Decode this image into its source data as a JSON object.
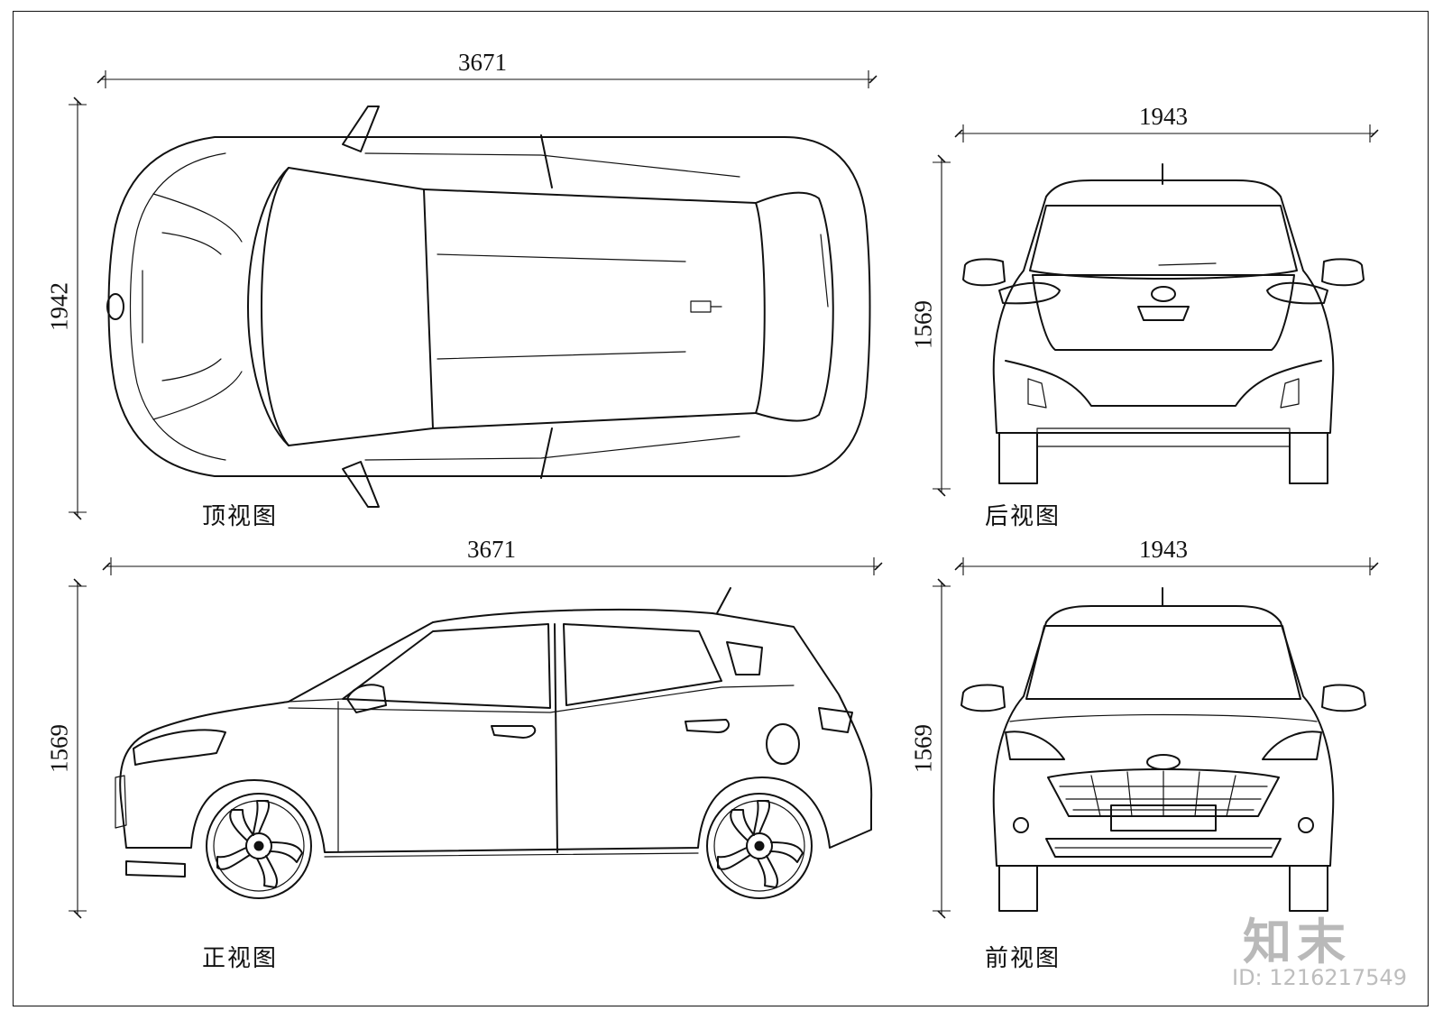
{
  "drawing": {
    "views": {
      "top": {
        "caption": "顶视图",
        "length_label": "3671",
        "width_label": "1942"
      },
      "rear": {
        "caption": "后视图",
        "width_label": "1943",
        "height_label": "1569"
      },
      "side": {
        "caption": "正视图",
        "length_label": "3671",
        "height_label": "1569"
      },
      "front": {
        "caption": "前视图",
        "width_label": "1943",
        "height_label": "1569"
      }
    }
  },
  "watermark": {
    "logo": "知末",
    "image_id": "ID: 1216217549"
  },
  "colors": {
    "line": "#111111",
    "watermark": "#bdbdbd"
  }
}
